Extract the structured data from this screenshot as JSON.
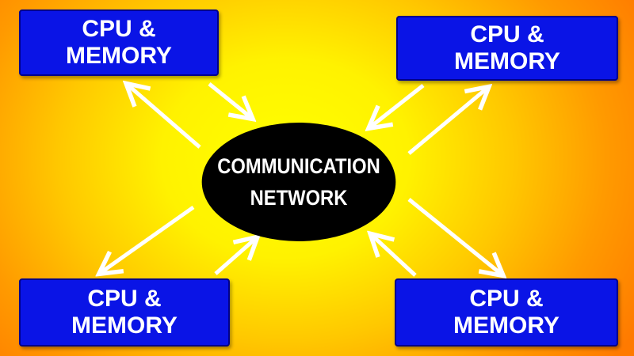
{
  "diagram": {
    "center": {
      "line1": "COMMUNICATION",
      "line2": "NETWORK"
    },
    "nodes": {
      "top_left": {
        "line1": "CPU &",
        "line2": "MEMORY"
      },
      "top_right": {
        "line1": "CPU &",
        "line2": "MEMORY"
      },
      "bottom_left": {
        "line1": "CPU &",
        "line2": "MEMORY"
      },
      "bottom_right": {
        "line1": "CPU &",
        "line2": "MEMORY"
      }
    },
    "colors": {
      "node_fill": "#0a14e6",
      "network_fill": "#000000",
      "arrow": "#ffffff",
      "background_center": "#ffff00",
      "background_edge": "#ff7a00"
    }
  }
}
